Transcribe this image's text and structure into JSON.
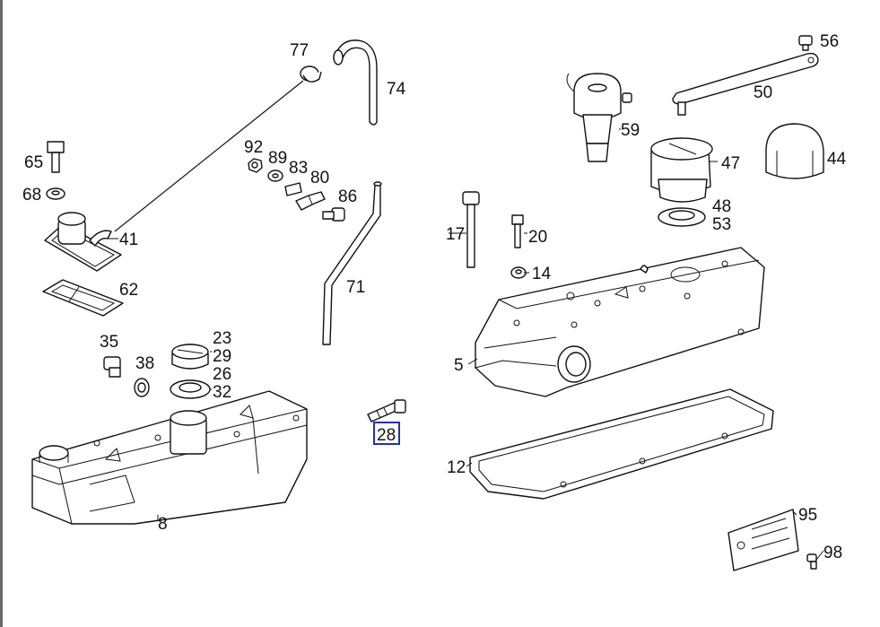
{
  "callouts": {
    "c77": "77",
    "c74": "74",
    "c65": "65",
    "c68": "68",
    "c41": "41",
    "c62": "62",
    "c92": "92",
    "c89": "89",
    "c83": "83",
    "c80": "80",
    "c86": "86",
    "c71": "71",
    "c35": "35",
    "c38": "38",
    "c23": "23",
    "c29": "29",
    "c26": "26",
    "c32": "32",
    "c8": "8",
    "c28": "28",
    "c56": "56",
    "c50": "50",
    "c59": "59",
    "c47": "47",
    "c44": "44",
    "c48": "48",
    "c53": "53",
    "c17": "17",
    "c20": "20",
    "c14": "14",
    "c5": "5",
    "c12": "12",
    "c95": "95",
    "c98": "98"
  },
  "highlighted_callout": "28",
  "colors": {
    "highlight_border": "#2233aa",
    "line": "#111111",
    "frame": "#6b6b6b"
  }
}
